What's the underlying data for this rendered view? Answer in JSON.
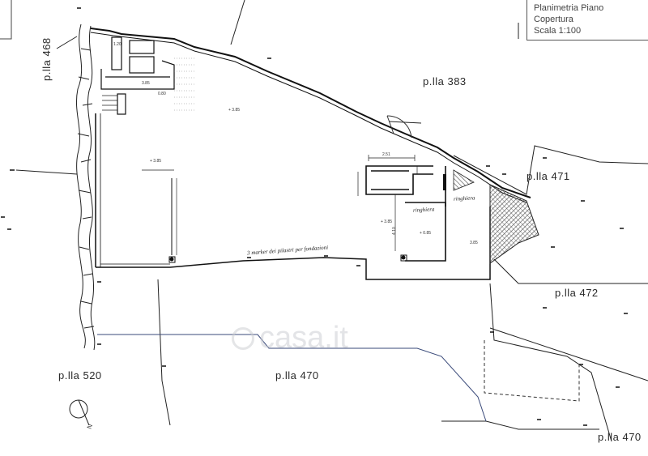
{
  "title_block": {
    "line1": "Planimetria Piano",
    "line2": "Copertura",
    "line3": "Scala 1:100"
  },
  "parcels": [
    {
      "id": "p468",
      "label": "p.lla 468"
    },
    {
      "id": "p383",
      "label": "p.lla 383"
    },
    {
      "id": "p471",
      "label": "p.lla 471"
    },
    {
      "id": "p472",
      "label": "p.lla 472"
    },
    {
      "id": "p520",
      "label": "p.lla 520"
    },
    {
      "id": "p470a",
      "label": "p.lla 470"
    },
    {
      "id": "p470b",
      "label": "p.lla 470"
    }
  ],
  "measurements": {
    "m1": "+ 3.85",
    "m2": "+ 3.85",
    "m3": "+ 3.85",
    "m4": "+ 0.85",
    "m5": "3.85",
    "m6": "2.51",
    "m7": "1.20",
    "m8": "0.80",
    "m9": "3.85",
    "m10": "4.10"
  },
  "handwritten": {
    "note": "3 marker dei pilastri per fondazioni",
    "scale1": "ringhiera",
    "scale2": "ringhiera"
  },
  "watermark": "casa.it",
  "north": "N"
}
